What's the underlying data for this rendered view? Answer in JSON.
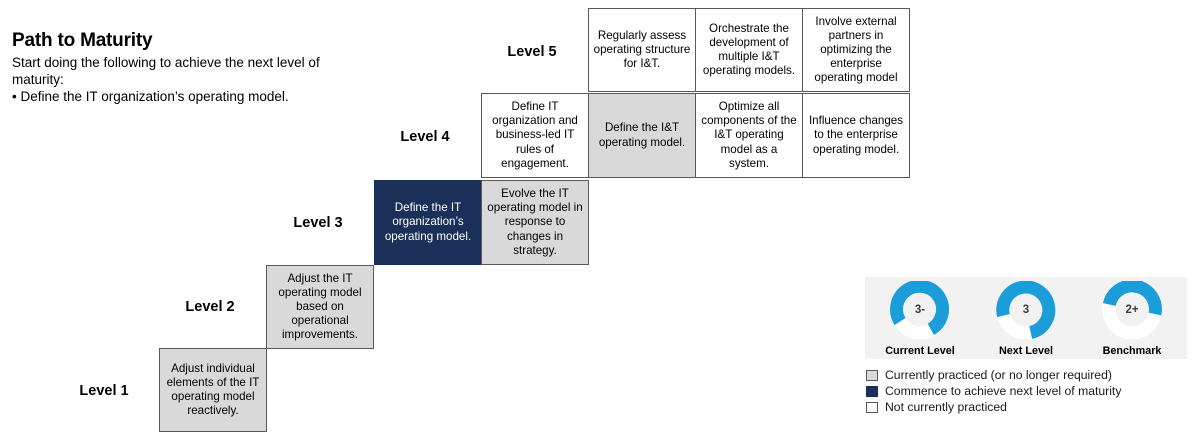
{
  "header": {
    "title": "Path to Maturity",
    "subtitle": "Start doing the following to achieve the next level of maturity:",
    "bullet": "• Define the IT organization’s operating model."
  },
  "levels": [
    {
      "label": "Level 5",
      "cells": [
        {
          "text": "Regularly assess operating structure for I&T.",
          "state": "white"
        },
        {
          "text": "Orchestrate the development of multiple I&T operating models.",
          "state": "white"
        },
        {
          "text": "Involve external partners in optimizing the enterprise operating model",
          "state": "white"
        }
      ]
    },
    {
      "label": "Level 4",
      "cells": [
        {
          "text": "Define IT organization and business-led IT rules of engagement.",
          "state": "white"
        },
        {
          "text": "Define the I&T operating model.",
          "state": "gray"
        },
        {
          "text": "Optimize all components of the I&T operating model as a system.",
          "state": "white"
        },
        {
          "text": "Influence changes to the enterprise operating model.",
          "state": "white"
        }
      ]
    },
    {
      "label": "Level 3",
      "cells": [
        {
          "text": "Define the IT organization’s operating model.",
          "state": "navy"
        },
        {
          "text": "Evolve the IT operating model in response to changes in strategy.",
          "state": "gray"
        }
      ]
    },
    {
      "label": "Level 2",
      "cells": [
        {
          "text": "Adjust the IT operating model based on operational improvements.",
          "state": "gray"
        }
      ]
    },
    {
      "label": "Level 1",
      "cells": [
        {
          "text": "Adjust individual elements of the IT operating model reactively.",
          "state": "gray"
        }
      ]
    }
  ],
  "gauges": [
    {
      "value": "3-",
      "label": "Current Level",
      "sweep_deg": 250
    },
    {
      "value": "3",
      "label": "Next Level",
      "sweep_deg": 272
    },
    {
      "value": "2+",
      "label": "Benchmark",
      "sweep_deg": 200
    }
  ],
  "legend": [
    {
      "swatch": "gray",
      "text": "Currently practiced (or no longer required)"
    },
    {
      "swatch": "navy",
      "text": "Commence to achieve next level of maturity"
    },
    {
      "swatch": "white",
      "text": "Not currently practiced"
    }
  ],
  "colors": {
    "navy": "#1b3058",
    "gray": "#d9d9d9",
    "gauge_blue": "#1b9dd9",
    "gauge_track": "#ffffff",
    "panel_bg": "#f2f2f2"
  }
}
